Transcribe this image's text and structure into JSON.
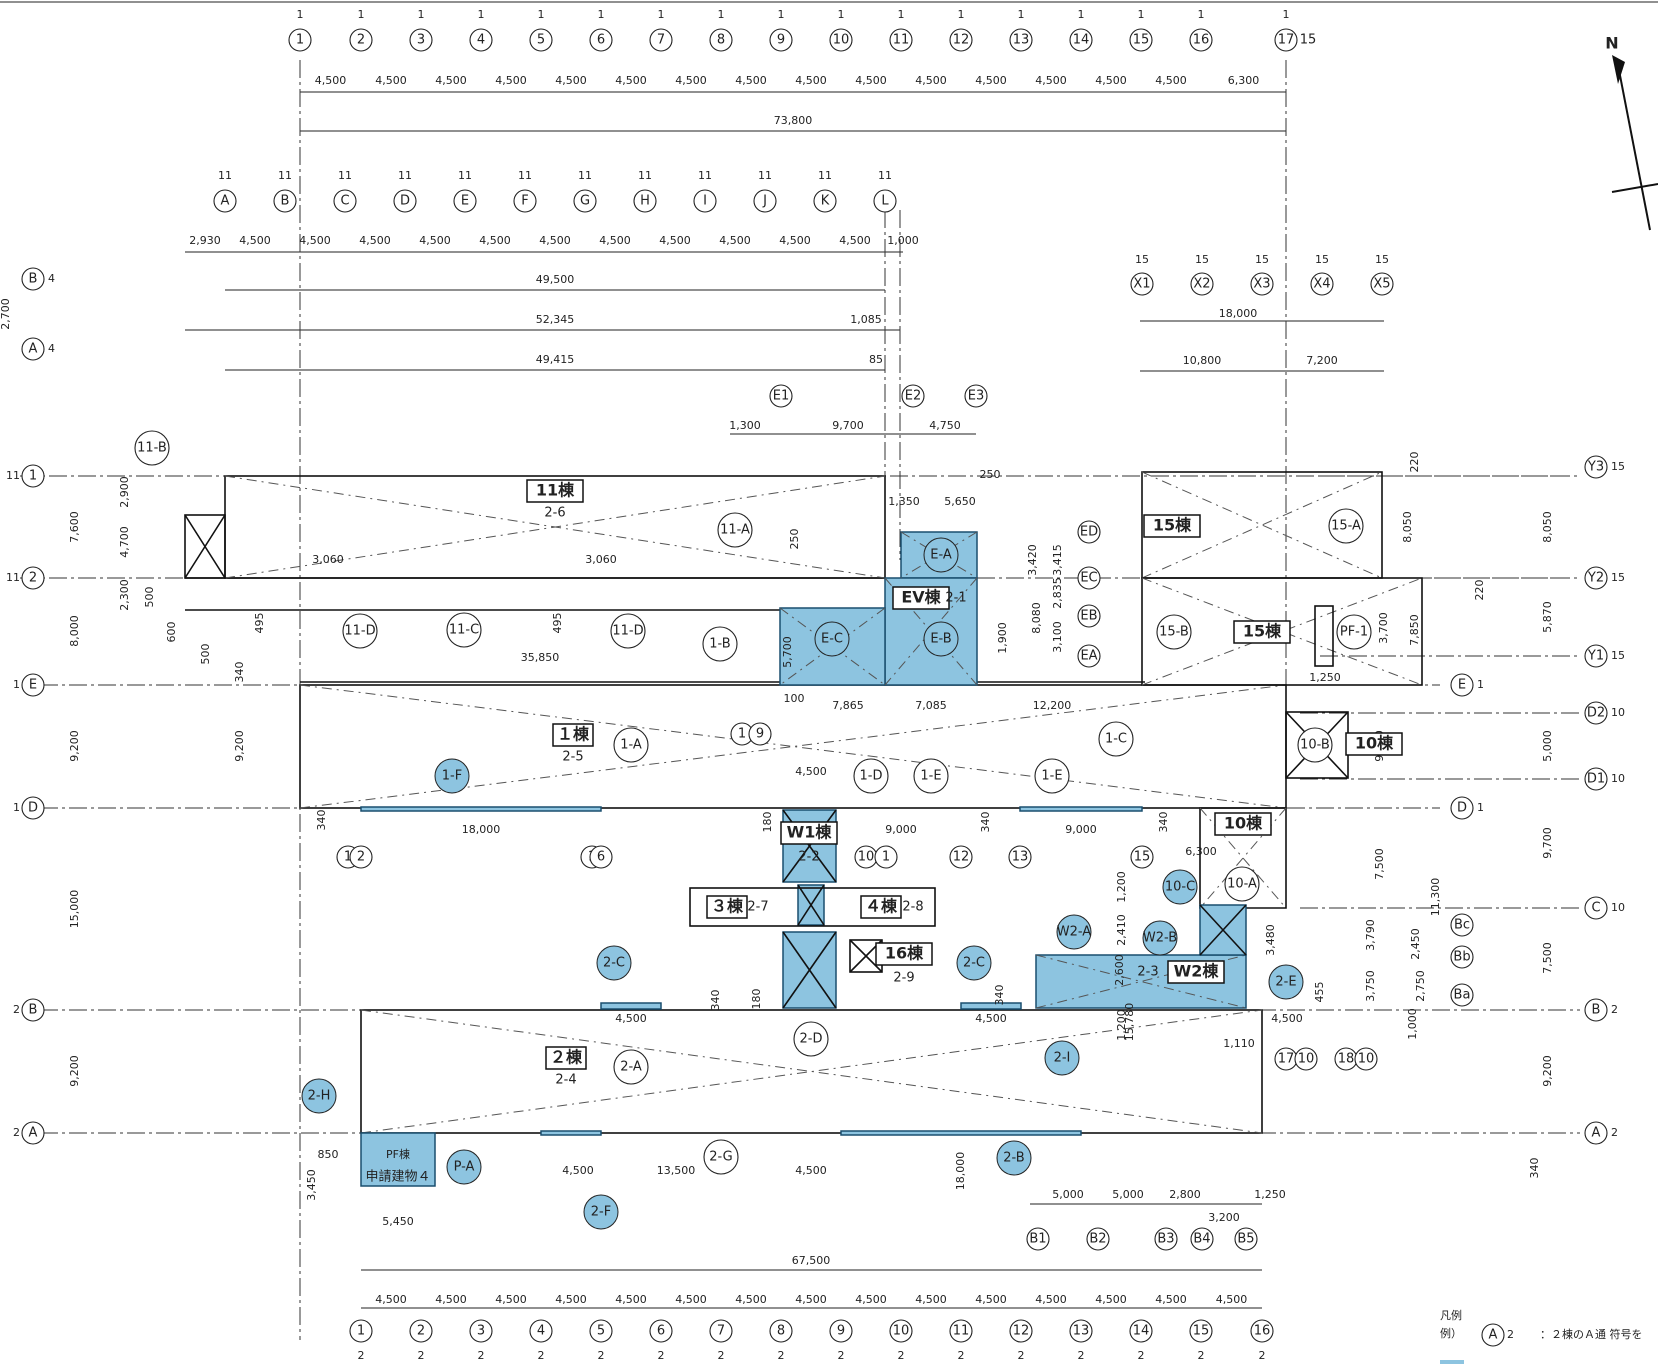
{
  "north_label": "N",
  "axes": {
    "top_numbers": [
      "1",
      "2",
      "3",
      "4",
      "5",
      "6",
      "7",
      "8",
      "9",
      "10",
      "11",
      "12",
      "13",
      "14",
      "15",
      "16",
      "17"
    ],
    "top_superscripts": [
      "1",
      "1",
      "1",
      "1",
      "1",
      "1",
      "1",
      "1",
      "1",
      "1",
      "1",
      "1",
      "1",
      "1",
      "1",
      "1",
      "1"
    ],
    "top_suffix_17": "15",
    "top_spans": [
      "4,500",
      "4,500",
      "4,500",
      "4,500",
      "4,500",
      "4,500",
      "4,500",
      "4,500",
      "4,500",
      "4,500",
      "4,500",
      "4,500",
      "4,500",
      "4,500",
      "4,500",
      "6,300"
    ],
    "top_total": "73,800",
    "letters": [
      "A",
      "B",
      "C",
      "D",
      "E",
      "F",
      "G",
      "H",
      "I",
      "J",
      "K",
      "L"
    ],
    "letters_superscripts": [
      "11",
      "11",
      "11",
      "11",
      "11",
      "11",
      "11",
      "11",
      "11",
      "11",
      "11",
      "11"
    ],
    "letter_spans": [
      "2,930",
      "4,500",
      "4,500",
      "4,500",
      "4,500",
      "4,500",
      "4,500",
      "4,500",
      "4,500",
      "4,500",
      "4,500",
      "4,500",
      "1,000"
    ],
    "letter_totals": [
      "49,500",
      "52,345",
      "1,085",
      "49,415",
      "85"
    ],
    "bottom_numbers": [
      "1",
      "2",
      "3",
      "4",
      "5",
      "6",
      "7",
      "8",
      "9",
      "10",
      "11",
      "12",
      "13",
      "14",
      "15",
      "16"
    ],
    "bottom_subscripts": [
      "2",
      "2",
      "2",
      "2",
      "2",
      "2",
      "2",
      "2",
      "2",
      "2",
      "2",
      "2",
      "2",
      "2",
      "2",
      "2"
    ],
    "bottom_spans": [
      "4,500",
      "4,500",
      "4,500",
      "4,500",
      "4,500",
      "4,500",
      "4,500",
      "4,500",
      "4,500",
      "4,500",
      "4,500",
      "4,500",
      "4,500",
      "4,500",
      "4,500"
    ],
    "bottom_total": "67,500",
    "x_axes": [
      "X1",
      "X2",
      "X3",
      "X4",
      "X5"
    ],
    "x_sup": "15",
    "x_dims": [
      "18,000",
      "10,800",
      "7,200"
    ],
    "e_axes": [
      "E1",
      "E2",
      "E3"
    ],
    "e_dims": [
      "1,300",
      "9,700",
      "4,750"
    ],
    "b_axes": [
      "B1",
      "B2",
      "B3",
      "B4",
      "B5"
    ],
    "b_dims": [
      "5,000",
      "5,000",
      "2,800",
      "3,200",
      "1,250"
    ]
  },
  "left_rows": [
    {
      "pre": "",
      "id": "B",
      "post": "4"
    },
    {
      "pre": "",
      "id": "A",
      "post": "4"
    },
    {
      "pre": "11",
      "id": "1",
      "post": ""
    },
    {
      "pre": "11",
      "id": "2",
      "post": ""
    },
    {
      "pre": "1",
      "id": "E",
      "post": ""
    },
    {
      "pre": "1",
      "id": "D",
      "post": ""
    },
    {
      "pre": "2",
      "id": "B",
      "post": ""
    },
    {
      "pre": "2",
      "id": "A",
      "post": ""
    }
  ],
  "left_dims": [
    "2,700",
    "7,600",
    "8,000",
    "9,200",
    "15,000",
    "9,200",
    "2,900",
    "4,700",
    "2,300",
    "500",
    "9,200"
  ],
  "right_rows": [
    {
      "id": "Y3",
      "post": "15"
    },
    {
      "id": "Y2",
      "post": "15"
    },
    {
      "id": "Y1",
      "post": "15"
    },
    {
      "id": "E",
      "post": "1"
    },
    {
      "id": "D2",
      "post": "10"
    },
    {
      "id": "D1",
      "post": "10"
    },
    {
      "id": "D",
      "post": "1"
    },
    {
      "id": "C",
      "post": "10"
    },
    {
      "id": "B",
      "post": "2"
    },
    {
      "id": "A",
      "post": "2"
    }
  ],
  "right_dims": [
    "8,050",
    "5,870",
    "5,000",
    "9,700",
    "7,500",
    "9,200",
    "220",
    "220",
    "8,050",
    "7,850",
    "3,700",
    "9,200",
    "7,500",
    "11,300",
    "1,000"
  ],
  "bc_labels": [
    "Bc",
    "Bb",
    "Ba"
  ],
  "buildings": {
    "b11": {
      "name": "11棟",
      "code": "2-6"
    },
    "b1": {
      "name": "１棟",
      "code": "2-5"
    },
    "b2": {
      "name": "２棟",
      "code": "2-4"
    },
    "b15a": {
      "name": "15棟"
    },
    "b15b": {
      "name": "15棟"
    },
    "b10a": {
      "name": "10棟"
    },
    "b10b": {
      "name": "10棟"
    },
    "ev": {
      "name": "EV棟",
      "code": "2-1"
    },
    "w1": {
      "name": "W1棟",
      "code": "2-2"
    },
    "b3": {
      "name": "３棟",
      "code": "2-7"
    },
    "b4": {
      "name": "４棟",
      "code": "2-8"
    },
    "b16": {
      "name": "16棟",
      "code": "2-9"
    },
    "w2": {
      "name": "W2棟",
      "code": "2-3"
    },
    "pf": {
      "name": "PF棟",
      "label": "申請建物４"
    }
  },
  "tags_white": [
    "11-A",
    "11-B",
    "11-C",
    "11-D",
    "11-D",
    "1-A",
    "1-B",
    "1-C",
    "1-D",
    "1-E",
    "1-E",
    "2-A",
    "2-D",
    "2-G",
    "15-A",
    "15-B",
    "PF-1",
    "10-A",
    "10-B"
  ],
  "tags_blue": [
    "E-A",
    "E-B",
    "E-C",
    "1-F",
    "2-C",
    "2-C",
    "2-H",
    "P-A",
    "2-F",
    "2-B",
    "2-I",
    "2-E",
    "W2-A",
    "W2-B",
    "10-C"
  ],
  "misc_dims": [
    "3,060",
    "3,060",
    "35,850",
    "495",
    "495",
    "600",
    "500",
    "340",
    "340",
    "340",
    "340",
    "340",
    "340",
    "340",
    "180",
    "180",
    "1,350",
    "5,650",
    "250",
    "250",
    "3,420",
    "3,415",
    "2,835",
    "8,080",
    "3,100",
    "1,900",
    "5,700",
    "100",
    "7,865",
    "7,085",
    "12,200",
    "4,500",
    "9,000",
    "9,000",
    "18,000",
    "6,300",
    "1,200",
    "2,410",
    "3,480",
    "3,790",
    "2,450",
    "2,750",
    "3,750",
    "2,600",
    "15,780",
    "1,110",
    "1,200",
    "455",
    "4,500",
    "4,500",
    "4,500",
    "4,500",
    "13,500",
    "4,500",
    "18,000",
    "3,450",
    "850",
    "5,450",
    "1,250"
  ],
  "ref_circles": [
    "1",
    "9",
    "10",
    "1",
    "12",
    "13",
    "15",
    "1",
    "2",
    "1",
    "6",
    "17",
    "10",
    "18",
    "10",
    "ED",
    "EC",
    "EB",
    "EA"
  ],
  "legend": {
    "title": "凡例",
    "sub": "例）",
    "circle": "A",
    "circle_sup": "2",
    "text": "：２棟のＡ通 符号を"
  },
  "colors": {
    "highlight": "#8dc4e0",
    "line": "#222222"
  }
}
